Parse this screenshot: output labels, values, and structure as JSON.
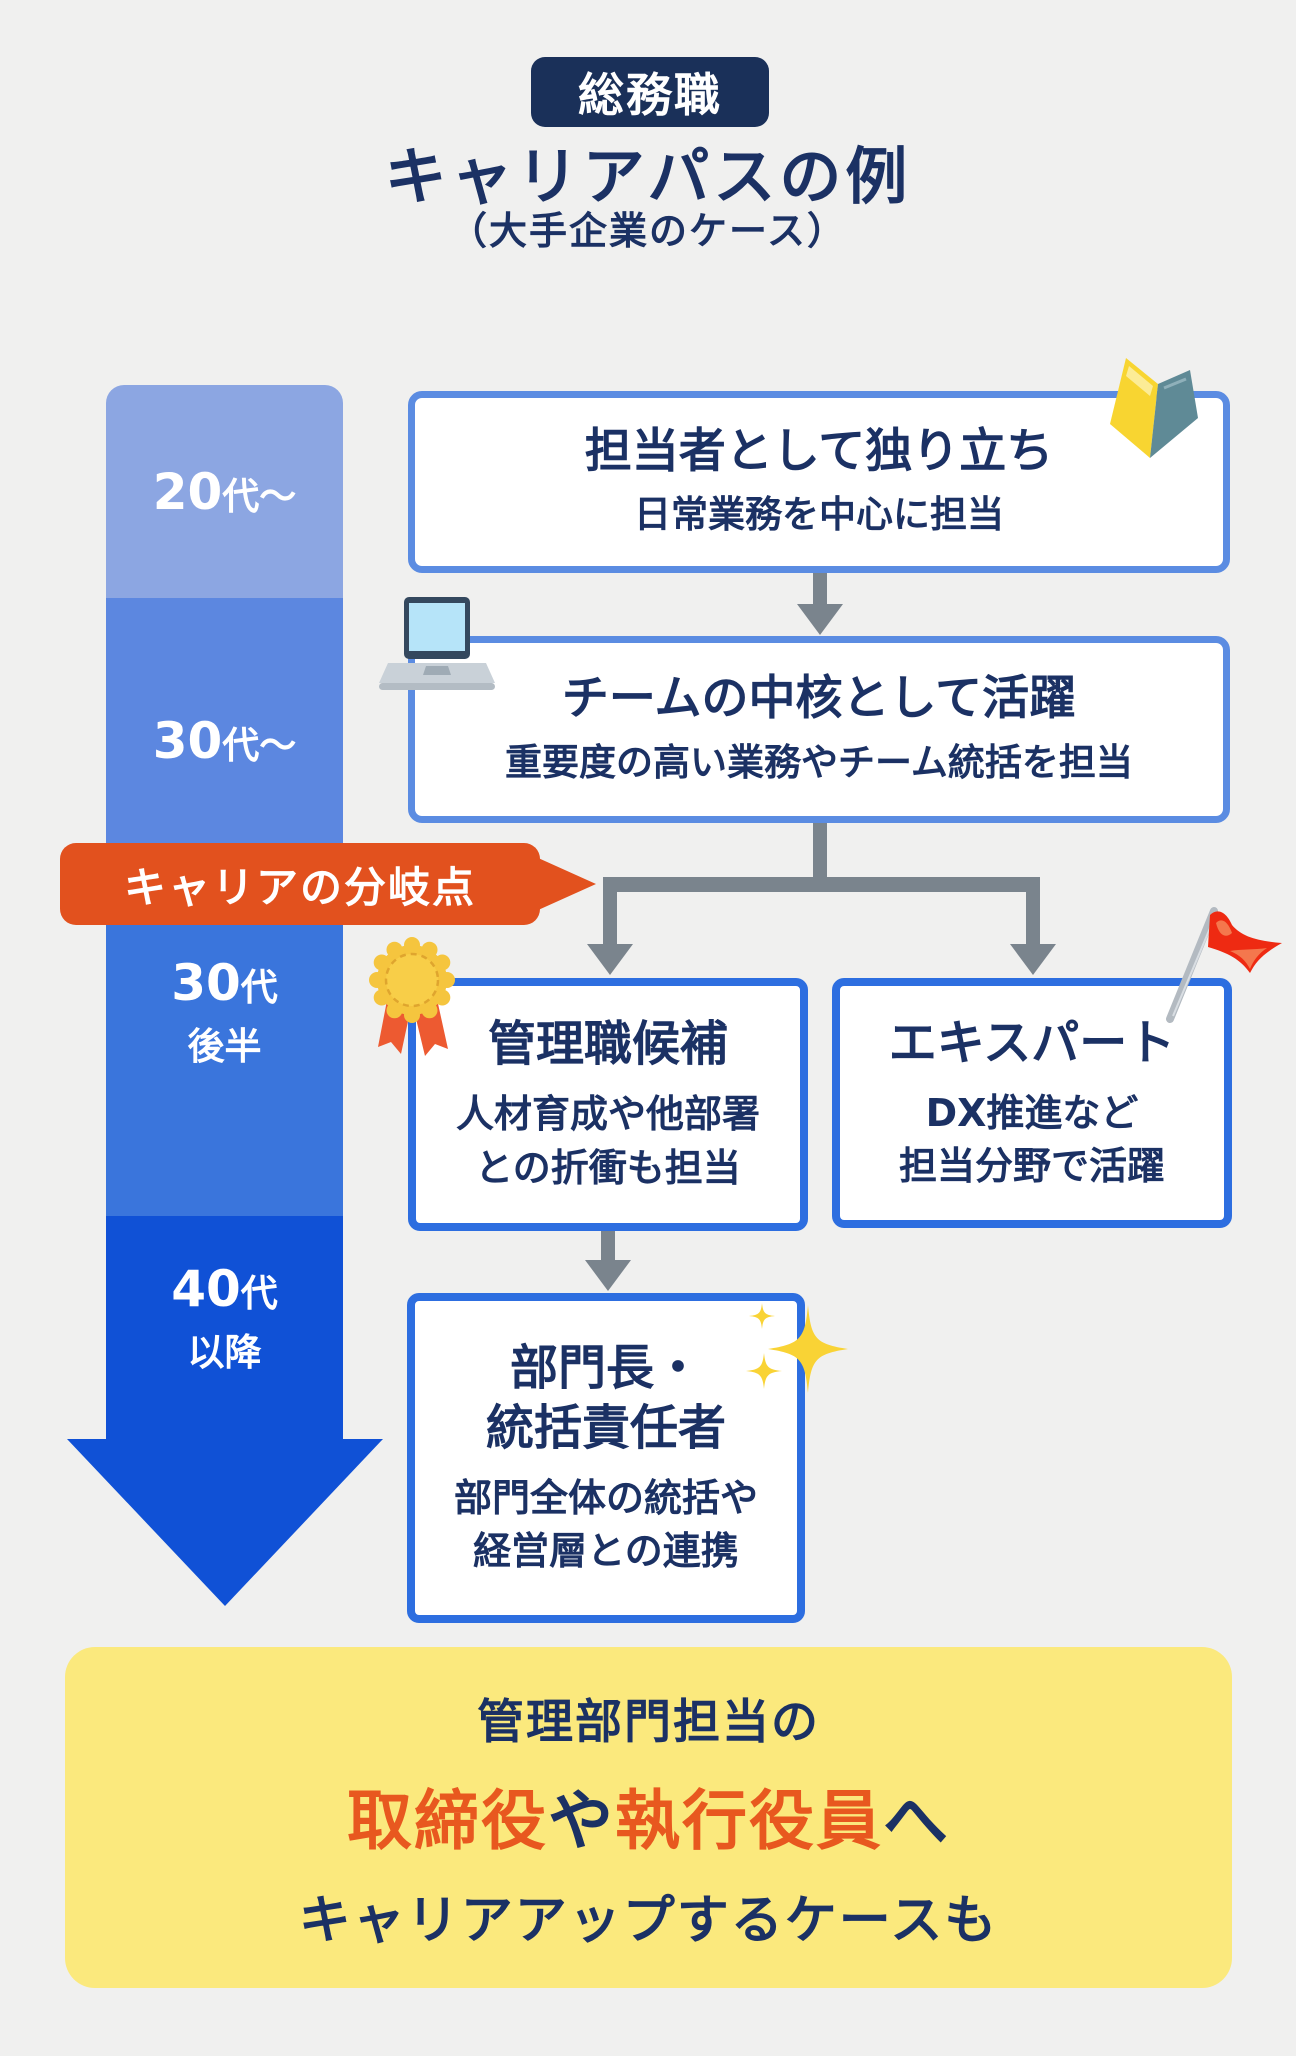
{
  "header": {
    "badge": "総務職",
    "title": "キャリアパスの例",
    "subtitle": "（大手企業のケース）"
  },
  "timeline": {
    "segments": [
      {
        "num": "20",
        "suffix": "代〜",
        "sub": ""
      },
      {
        "num": "30",
        "suffix": "代〜",
        "sub": ""
      },
      {
        "num": "30",
        "suffix": "代",
        "sub": "後半"
      },
      {
        "num": "40",
        "suffix": "代",
        "sub": "以降"
      }
    ],
    "colors": [
      "#8ca6e2",
      "#5c87e0",
      "#3a75dc",
      "#1051d6"
    ]
  },
  "banner": {
    "label": "キャリアの分岐点",
    "color": "#e2511e"
  },
  "boxes": [
    {
      "title": "担当者として独り立ち",
      "body": [
        "日常業務を中心に担当"
      ],
      "icon": "book-icon"
    },
    {
      "title": "チームの中核として活躍",
      "body": [
        "重要度の高い業務やチーム統括を担当"
      ],
      "icon": "laptop-icon"
    },
    {
      "title": "管理職候補",
      "body": [
        "人材育成や他部署",
        "との折衝も担当"
      ],
      "icon": "medal-icon"
    },
    {
      "title": "エキスパート",
      "body": [
        "DX推進など",
        "担当分野で活躍"
      ],
      "icon": "flag-icon"
    },
    {
      "title_lines": [
        "部門長・",
        "統括責任者"
      ],
      "body": [
        "部門全体の統括や",
        "経営層との連携"
      ],
      "icon": "sparkles-icon"
    }
  ],
  "footer": {
    "line1": "管理部門担当の",
    "line2_parts": [
      "取締役",
      "や",
      "執行役員",
      "へ"
    ],
    "line3": "キャリアアップするケースも"
  },
  "colors": {
    "background": "#f0f0ef",
    "navy_text": "#1b3164",
    "badge_bg": "#1a3059",
    "box_border_light": "#5b8ce2",
    "box_border_strong": "#2d6ee0",
    "connector_gray": "#7a848d",
    "banner_orange": "#e2511e",
    "footer_bg": "#fbe97d",
    "footer_orange": "#e8581f"
  }
}
